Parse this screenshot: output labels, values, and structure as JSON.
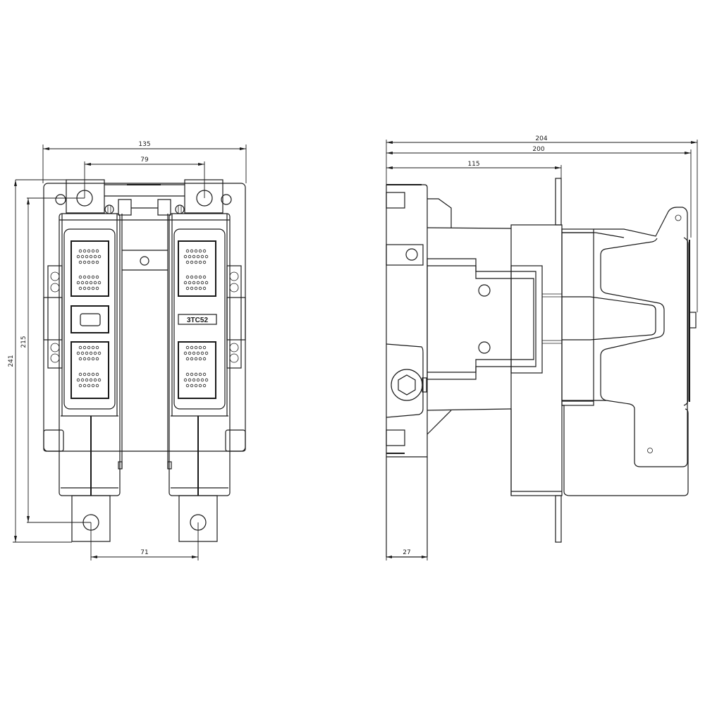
{
  "drawing": {
    "colors": {
      "line": "#1a1a1a",
      "background": "#ffffff"
    },
    "front_view": {
      "label_plate": "3TC52",
      "dimensions": {
        "overall_width": "135",
        "top_terminal_spacing": "79",
        "bottom_terminal_spacing": "71",
        "overall_height": "241",
        "mounting_height": "215"
      }
    },
    "side_view": {
      "dimensions": {
        "overall_depth": "204",
        "body_depth": "200",
        "mounting_plane_depth": "115",
        "terminal_depth": "27"
      }
    }
  }
}
